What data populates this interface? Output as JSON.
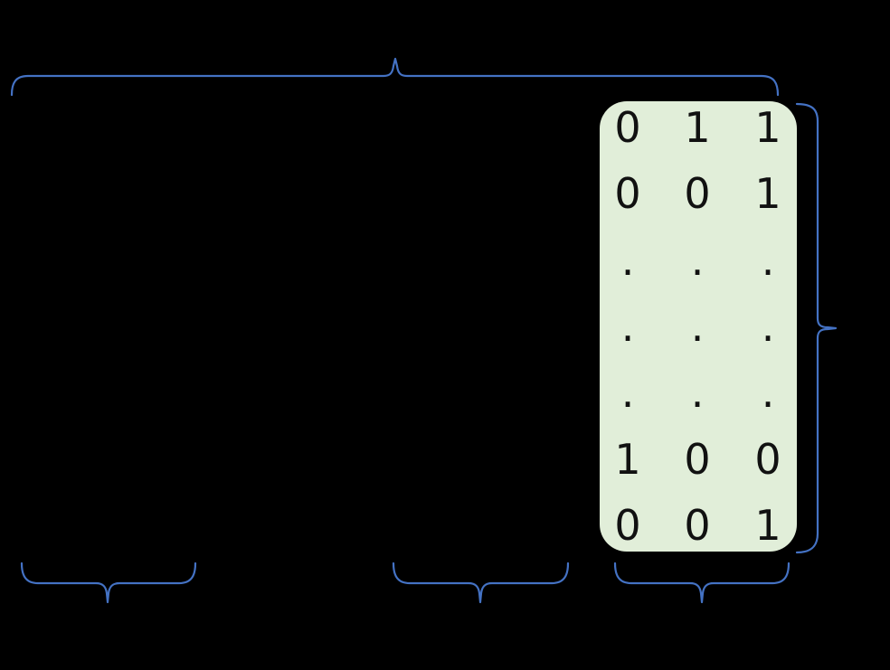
{
  "diagram": {
    "background": "#000000",
    "accent_blue": "#4472C4",
    "matrix_fill": "#E1EED9",
    "matrix_text_color": "#111111"
  },
  "matrix": {
    "rows": [
      [
        "0",
        "1",
        "1"
      ],
      [
        "0",
        "0",
        "1"
      ],
      [
        ".",
        ".",
        "."
      ],
      [
        ".",
        ".",
        "."
      ],
      [
        ".",
        ".",
        "."
      ],
      [
        "1",
        "0",
        "0"
      ],
      [
        "0",
        "0",
        "1"
      ]
    ]
  }
}
